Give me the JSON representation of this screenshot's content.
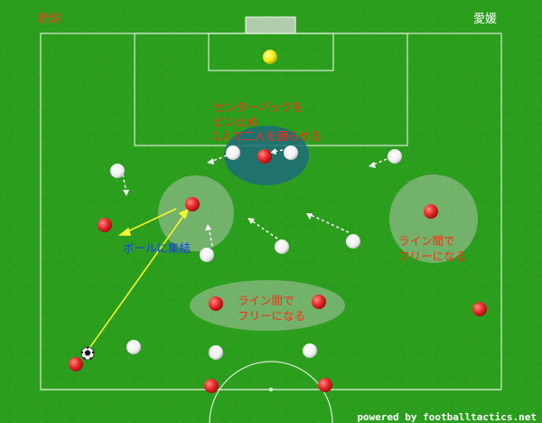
{
  "teams": {
    "home": "琉球",
    "away": "愛媛"
  },
  "annotations": {
    "center_back_line1": "センターバックを",
    "center_back_line2": "ピン止め",
    "center_back_line3": "1人で二人を困らせる",
    "ball_gather": "ボールに集結",
    "between_lines_right_1": "ライン間で",
    "between_lines_right_2": "フリーになる",
    "between_lines_center_1": "ライン間で",
    "between_lines_center_2": "フリーになる"
  },
  "credit": "powered by footballtactics.net",
  "colors": {
    "home_player": "#e8262a",
    "away_player": "#ffffff",
    "goalkeeper": "#f2ec10",
    "pass_line": "#f5f52a",
    "highlight_zone": "#c9c9c9",
    "cb_zone": "#1e6b7a"
  }
}
